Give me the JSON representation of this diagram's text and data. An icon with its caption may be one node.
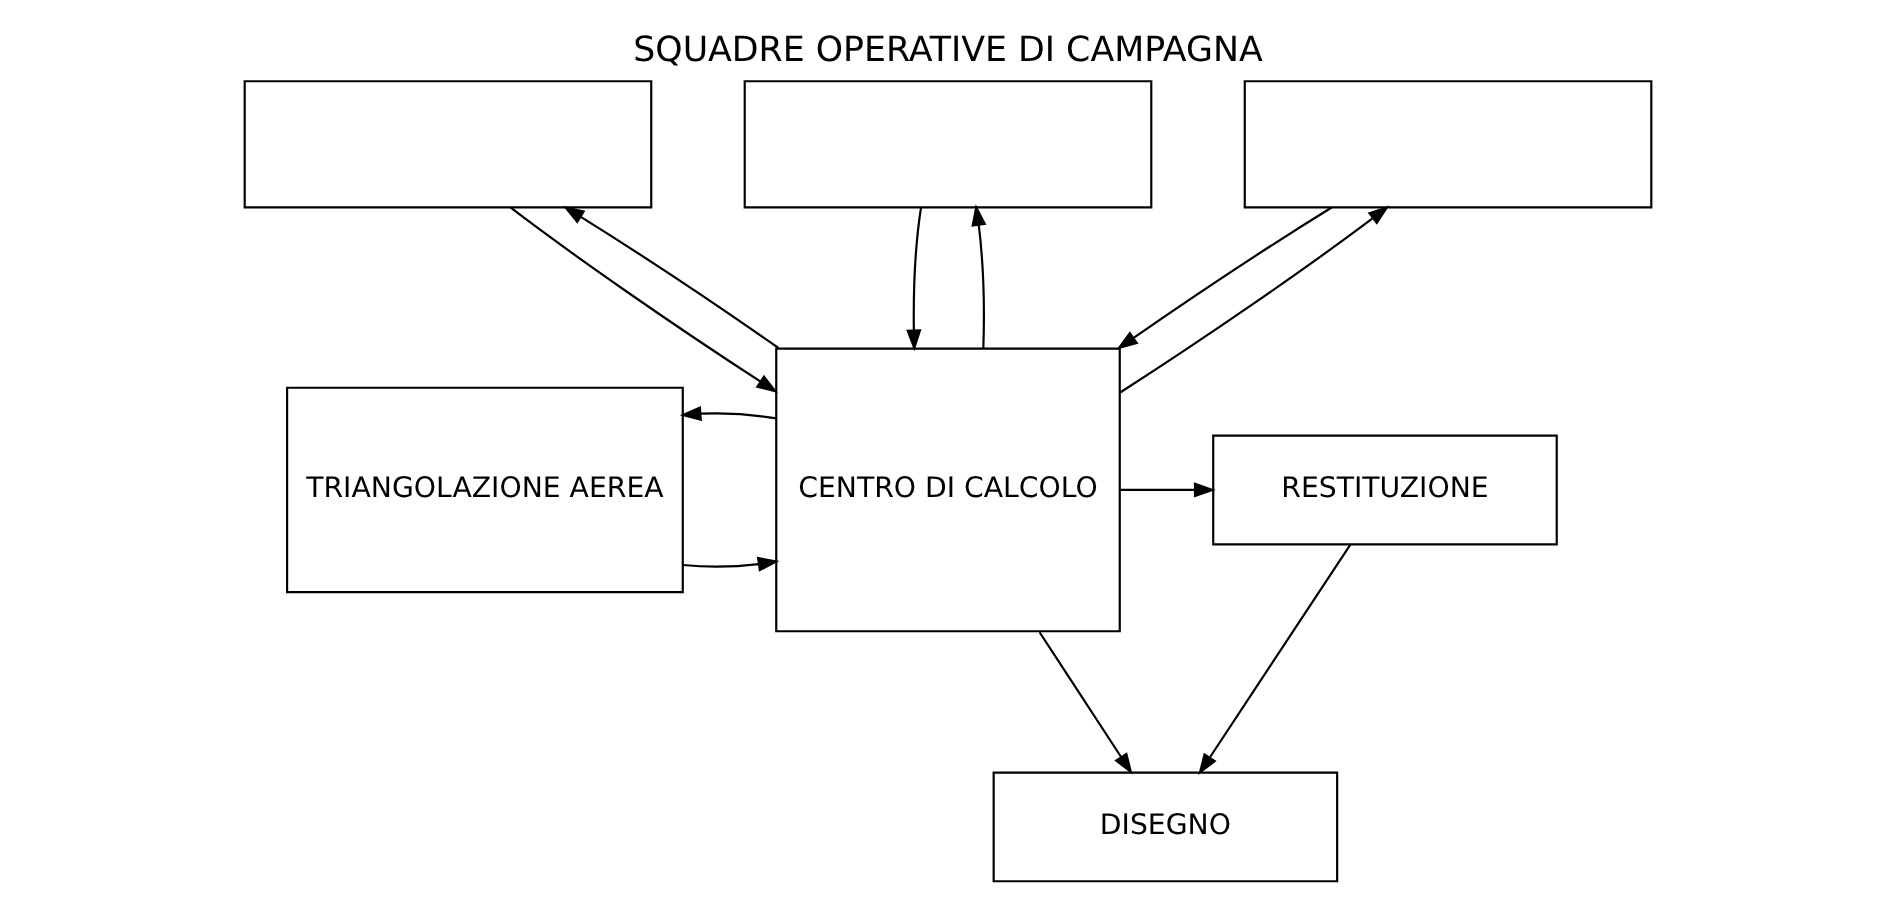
{
  "diagram": {
    "title": "SQUADRE OPERATIVE DI CAMPAGNA",
    "nodes": [
      {
        "text": [],
        "shape": "box"
      },
      {
        "text": [],
        "shape": "box"
      },
      {
        "text": [],
        "shape": "box"
      },
      {
        "text": [
          "TRIANGOLAZIONE AEREA"
        ]
      },
      {
        "text": [
          "CENTRO DI CALCOLO"
        ]
      },
      {
        "text": [
          "RESTITUZIONE"
        ]
      },
      {
        "text": [
          "DISEGNO"
        ]
      }
    ],
    "edges": [
      {
        "from": 0,
        "to": 4,
        "arrow": "to"
      },
      {
        "from": 4,
        "to": 0,
        "arrow": "to"
      },
      {
        "from": 4,
        "to": 1,
        "arrow": "to"
      },
      {
        "from": 1,
        "to": 4,
        "arrow": "to"
      },
      {
        "from": 2,
        "to": 4,
        "arrow": "to"
      },
      {
        "from": 4,
        "to": 2,
        "arrow": "to"
      },
      {
        "from": 3,
        "to": 4,
        "arrow": "to"
      },
      {
        "from": 4,
        "to": 3,
        "arrow": "to"
      },
      {
        "from": 4,
        "to": 5,
        "arrow": "to"
      },
      {
        "from": 5,
        "to": 6,
        "arrow": "to"
      },
      {
        "from": 4,
        "to": 6,
        "arrow": "to"
      }
    ]
  }
}
